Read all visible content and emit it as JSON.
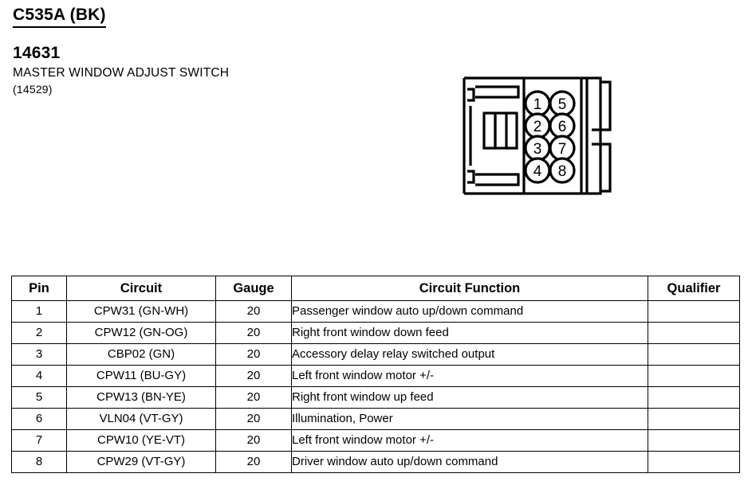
{
  "header": {
    "connector_id": "C535A (BK)",
    "part_number": "14631",
    "description": "MASTER WINDOW ADJUST SWITCH",
    "alt_number": "(14529)"
  },
  "connector_diagram": {
    "name": "8-way-connector-face-view",
    "pin_labels_left": [
      "1",
      "2",
      "3",
      "4"
    ],
    "pin_labels_right": [
      "5",
      "6",
      "7",
      "8"
    ],
    "stroke_color": "#000000",
    "fill_color": "#ffffff"
  },
  "pin_table": {
    "columns": [
      "Pin",
      "Circuit",
      "Gauge",
      "Circuit Function",
      "Qualifier"
    ],
    "rows": [
      {
        "pin": "1",
        "circuit": "CPW31 (GN-WH)",
        "gauge": "20",
        "function": "Passenger window auto up/down command",
        "qualifier": ""
      },
      {
        "pin": "2",
        "circuit": "CPW12 (GN-OG)",
        "gauge": "20",
        "function": "Right front window down feed",
        "qualifier": ""
      },
      {
        "pin": "3",
        "circuit": "CBP02 (GN)",
        "gauge": "20",
        "function": "Accessory delay relay switched output",
        "qualifier": ""
      },
      {
        "pin": "4",
        "circuit": "CPW11 (BU-GY)",
        "gauge": "20",
        "function": "Left front window motor +/-",
        "qualifier": ""
      },
      {
        "pin": "5",
        "circuit": "CPW13 (BN-YE)",
        "gauge": "20",
        "function": "Right front window up feed",
        "qualifier": ""
      },
      {
        "pin": "6",
        "circuit": "VLN04 (VT-GY)",
        "gauge": "20",
        "function": "Illumination, Power",
        "qualifier": ""
      },
      {
        "pin": "7",
        "circuit": "CPW10 (YE-VT)",
        "gauge": "20",
        "function": "Left front window motor +/-",
        "qualifier": ""
      },
      {
        "pin": "8",
        "circuit": "CPW29 (VT-GY)",
        "gauge": "20",
        "function": "Driver window auto up/down command",
        "qualifier": ""
      }
    ]
  }
}
